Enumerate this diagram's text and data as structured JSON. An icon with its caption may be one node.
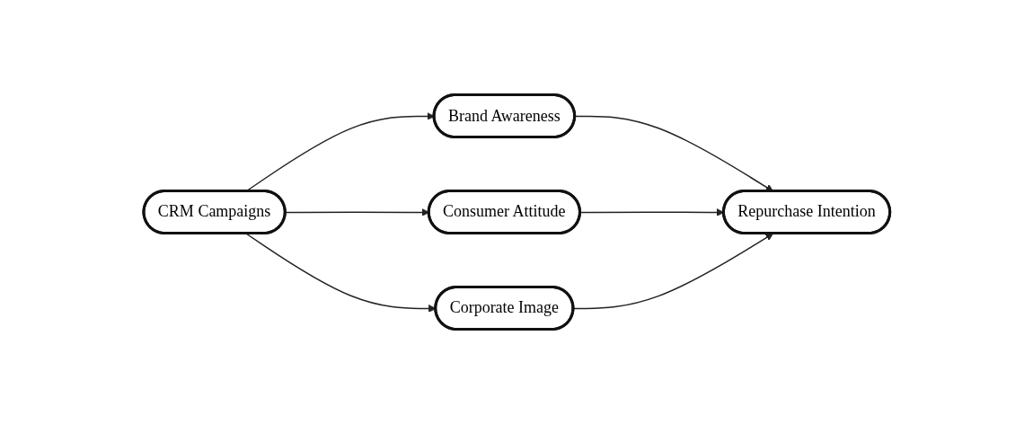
{
  "diagram": {
    "nodes": [
      {
        "text": [
          "CRM Campaigns"
        ]
      },
      {
        "text": [
          "Brand Awareness"
        ]
      },
      {
        "text": [
          "Consumer Attitude"
        ]
      },
      {
        "text": [
          "Corporate Image"
        ]
      },
      {
        "text": [
          "Repurchase Intention"
        ]
      }
    ],
    "edges": [
      {
        "from": 0,
        "to": 1,
        "arrow": "to"
      },
      {
        "from": 0,
        "to": 2,
        "arrow": "to"
      },
      {
        "from": 0,
        "to": 3,
        "arrow": "to"
      },
      {
        "from": 1,
        "to": 4,
        "arrow": "to"
      },
      {
        "from": 2,
        "to": 4,
        "arrow": "to"
      },
      {
        "from": 3,
        "to": 4,
        "arrow": "to"
      }
    ]
  }
}
